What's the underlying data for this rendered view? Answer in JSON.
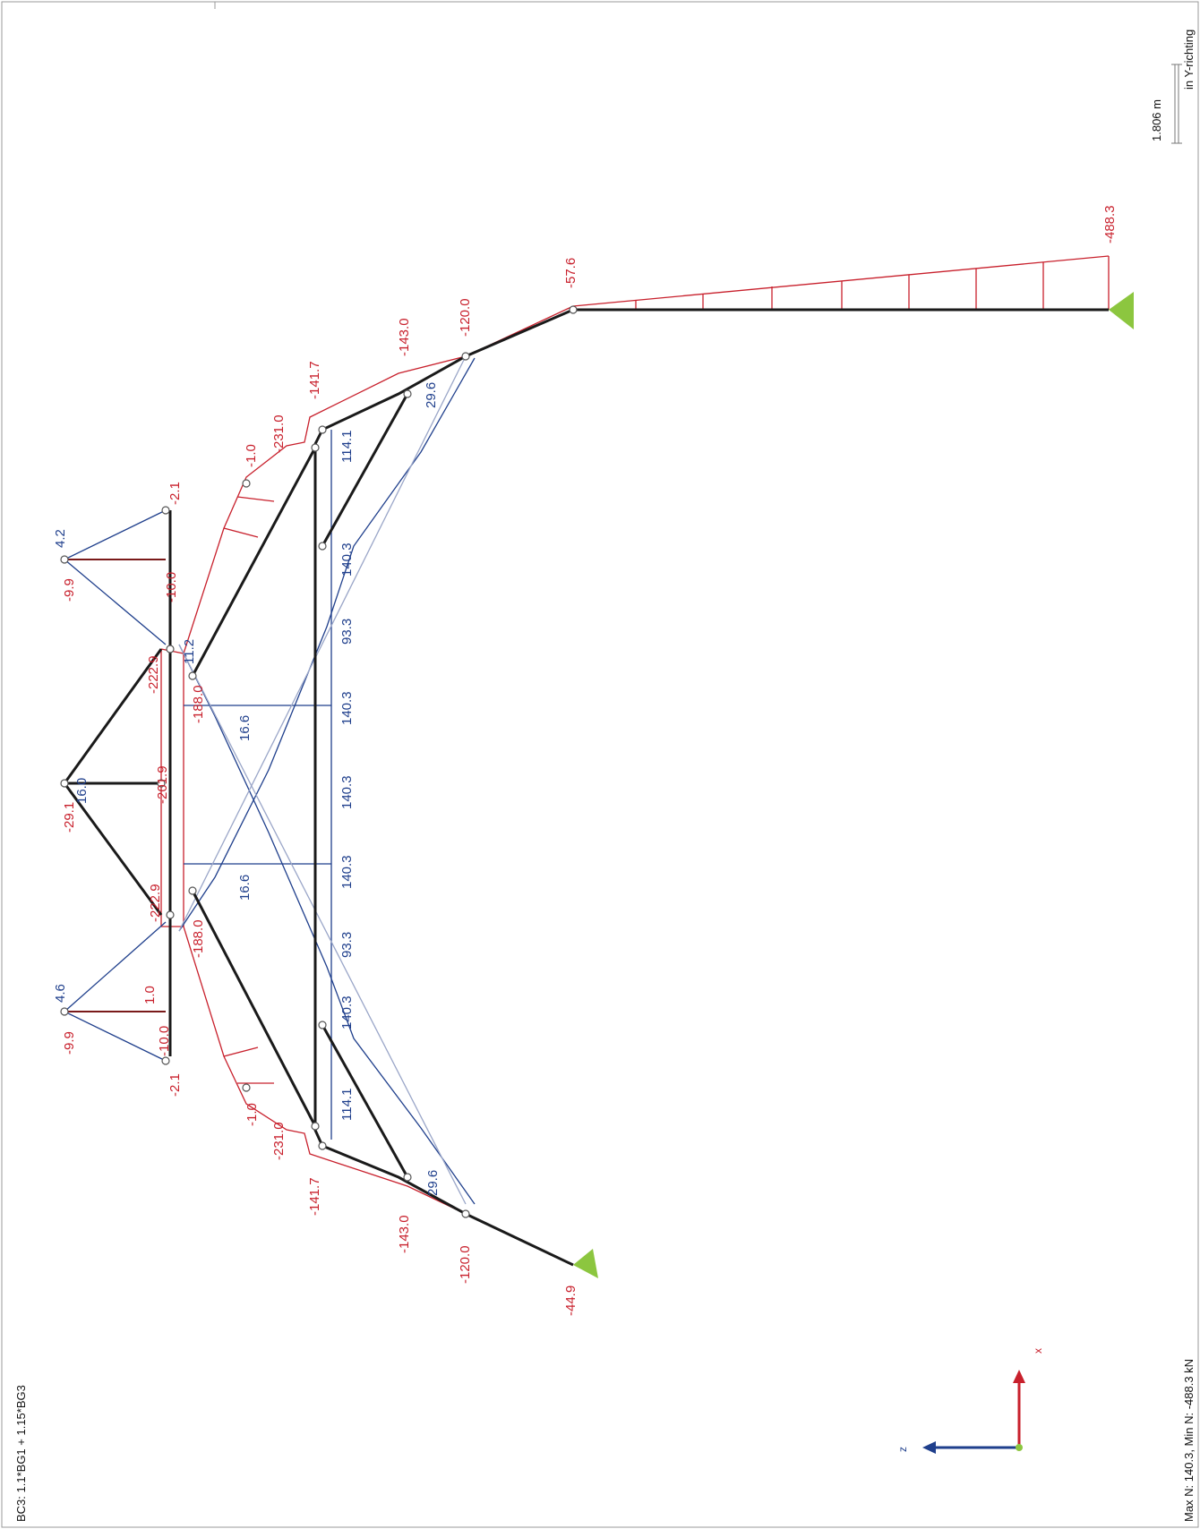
{
  "header": {
    "load_combination": "BC3: 1.1*BG1 + 1.15*BG3",
    "direction": "in Y-richting",
    "scale": "1.806 m",
    "summary": "Max N: 140.3, Min N: -488.3 kN"
  },
  "axes": {
    "x_label": "x",
    "z_label": "z"
  },
  "colors": {
    "compression": "#c8202c",
    "tension": "#1f3f8c",
    "member": "#1a1a1a",
    "support": "#8cc63f"
  },
  "labels": {
    "red": [
      "-9.9",
      "-2.1",
      "-1.0",
      "-231.0",
      "-141.7",
      "-143.0",
      "-120.0",
      "-57.6",
      "-488.3",
      "-29.1",
      "-201.9",
      "-222.9",
      "-188.0",
      "-9.9",
      "1.0",
      "-2.1",
      "-1.0",
      "-231.0",
      "-141.7",
      "-143.0",
      "-120.0",
      "-44.9",
      "-10.0",
      "-10.0",
      "-188.0",
      "-222.9"
    ],
    "blue": [
      "4.2",
      "114.1",
      "140.3",
      "93.3",
      "140.3",
      "140.3",
      "140.3",
      "93.3",
      "140.3",
      "114.1",
      "11.2",
      "16.6",
      "16.6",
      "16.0",
      "4.6",
      "29.6",
      "29.6"
    ]
  }
}
